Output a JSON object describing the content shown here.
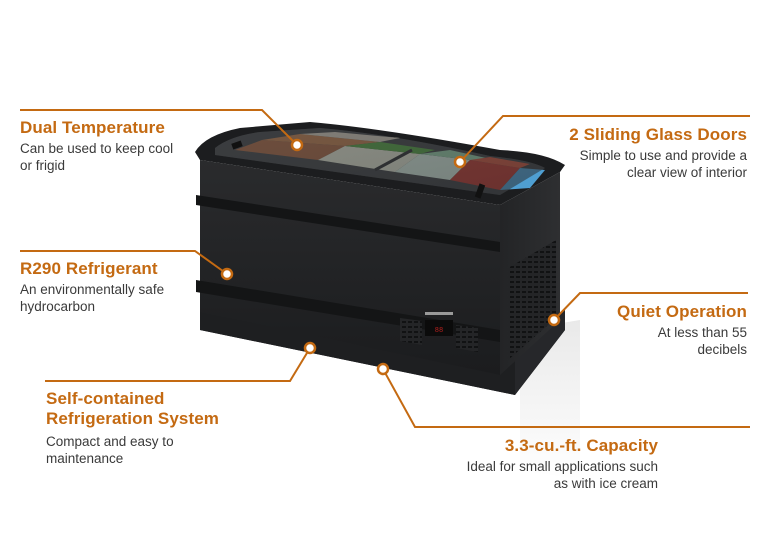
{
  "accent_color": "#c46a12",
  "text_color": "#3a3a3a",
  "product": {
    "name": "black-curved-glass-chest-freezer",
    "display": {
      "label": "88"
    }
  },
  "features": [
    {
      "id": "dual-temperature",
      "title": "Dual Temperature",
      "desc_lines": [
        "Can be used to keep cool",
        "or frigid"
      ],
      "align": "left"
    },
    {
      "id": "sliding-glass-doors",
      "title": "2 Sliding Glass Doors",
      "desc_lines": [
        "Simple to use and provide a",
        "clear view of interior"
      ],
      "align": "right"
    },
    {
      "id": "r290-refrigerant",
      "title": "R290 Refrigerant",
      "desc_lines": [
        "An environmentally safe",
        "hydrocarbon"
      ],
      "align": "left"
    },
    {
      "id": "quiet-operation",
      "title": "Quiet Operation",
      "desc_lines": [
        "At less than 55",
        "decibels"
      ],
      "align": "right"
    },
    {
      "id": "self-contained-refrigeration",
      "title_lines": [
        "Self-contained",
        "Refrigeration System"
      ],
      "desc_lines": [
        "Compact and easy to",
        "maintenance"
      ],
      "align": "left"
    },
    {
      "id": "capacity",
      "title": "3.3-cu.-ft. Capacity",
      "desc_lines": [
        "Ideal for small applications such",
        "as with ice cream"
      ],
      "align": "right"
    }
  ]
}
